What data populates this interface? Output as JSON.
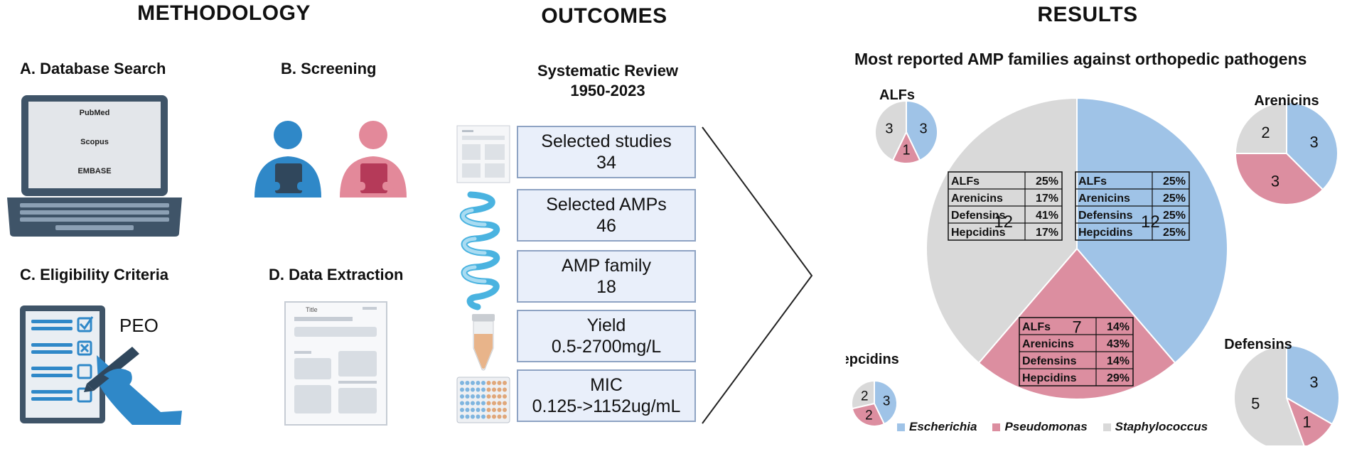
{
  "sections": {
    "methodology": "METHODOLOGY",
    "outcomes": "OUTCOMES",
    "results": "RESULTS"
  },
  "methodology": {
    "a_title": "A. Database Search",
    "databases": [
      "PubMed",
      "Scopus",
      "EMBASE"
    ],
    "b_title": "B. Screening",
    "c_title": "C. Eligibility Criteria",
    "c_label": "PEO",
    "d_title": "D. Data Extraction",
    "doc_title": "Title"
  },
  "outcomes": {
    "heading_line1": "Systematic Review",
    "heading_line2": "1950-2023",
    "boxes": [
      {
        "label": "Selected studies",
        "value": "34"
      },
      {
        "label": "Selected AMPs",
        "value": "46"
      },
      {
        "label": "AMP family",
        "value": "18"
      },
      {
        "label": "Yield",
        "value": "0.5-2700mg/L"
      },
      {
        "label": "MIC",
        "value": "0.125->1152ug/mL"
      }
    ]
  },
  "results": {
    "chart_title": "Most reported AMP families against orthopedic pathogens",
    "colors": {
      "Escherichia": "#9fc3e7",
      "Pseudomonas": "#dc8ea0",
      "Staphylococcus": "#d9d9d9"
    },
    "legend": [
      "Escherichia",
      "Pseudomonas",
      "Staphylococcus"
    ],
    "main_tables": {
      "staphylococcus": [
        [
          "ALFs",
          "25%"
        ],
        [
          "Arenicins",
          "17%"
        ],
        [
          "Defensins",
          "41%"
        ],
        [
          "Hepcidins",
          "17%"
        ]
      ],
      "escherichia": [
        [
          "ALFs",
          "25%"
        ],
        [
          "Arenicins",
          "25%"
        ],
        [
          "Defensins",
          "25%"
        ],
        [
          "Hepcidins",
          "25%"
        ]
      ],
      "pseudomonas": [
        [
          "ALFs",
          "14%"
        ],
        [
          "Arenicins",
          "43%"
        ],
        [
          "Defensins",
          "14%"
        ],
        [
          "Hepcidins",
          "29%"
        ]
      ]
    }
  },
  "chart_data": [
    {
      "type": "pie",
      "title": "",
      "categories": [
        "Escherichia",
        "Pseudomonas",
        "Staphylococcus"
      ],
      "values": [
        12,
        7,
        12
      ]
    },
    {
      "type": "pie",
      "title": "ALFs",
      "categories": [
        "Escherichia",
        "Pseudomonas",
        "Staphylococcus"
      ],
      "values": [
        3,
        1,
        3
      ]
    },
    {
      "type": "pie",
      "title": "Arenicins",
      "categories": [
        "Escherichia",
        "Pseudomonas",
        "Staphylococcus"
      ],
      "values": [
        3,
        3,
        2
      ]
    },
    {
      "type": "pie",
      "title": "Hepcidins",
      "categories": [
        "Escherichia",
        "Pseudomonas",
        "Staphylococcus"
      ],
      "values": [
        3,
        2,
        2
      ]
    },
    {
      "type": "pie",
      "title": "Defensins",
      "categories": [
        "Escherichia",
        "Pseudomonas",
        "Staphylococcus"
      ],
      "values": [
        3,
        1,
        5
      ]
    }
  ]
}
